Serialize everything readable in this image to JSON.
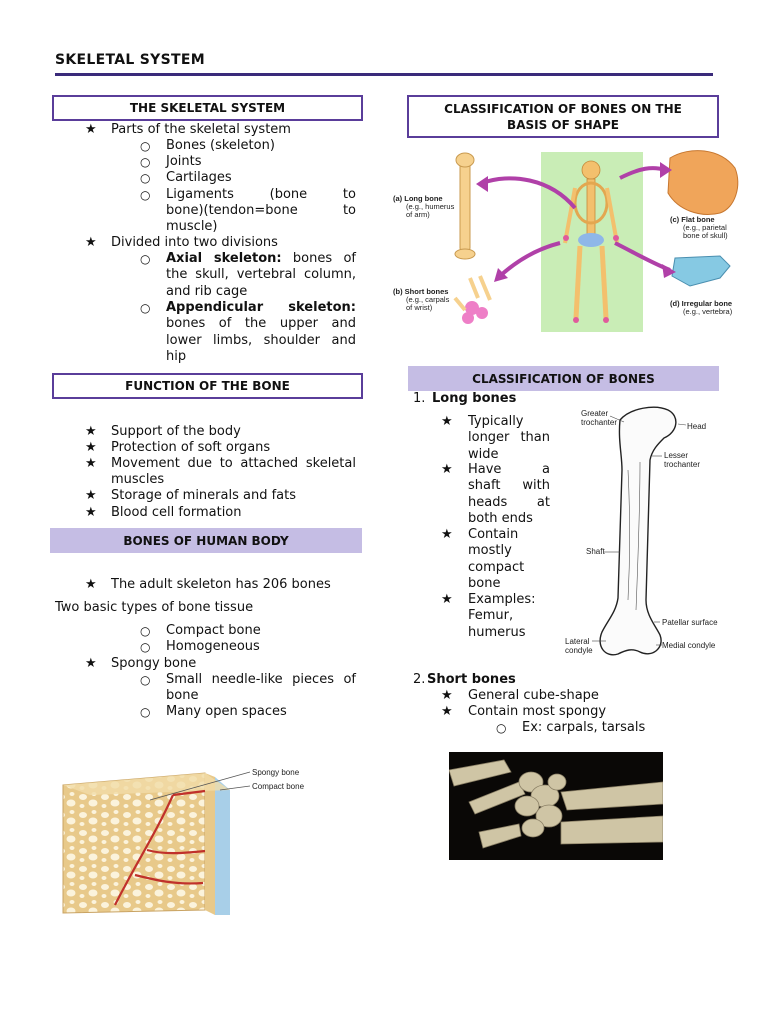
{
  "page_title": "SKELETAL SYSTEM",
  "left": {
    "skeletal_header": "THE SKELETAL SYSTEM",
    "parts_title": "Parts of the skeletal system",
    "parts": [
      "Bones (skeleton)",
      "Joints",
      "Cartilages"
    ],
    "ligaments_line1": "Ligaments (bone to",
    "ligaments_line2": "bone)(tendon=bone to",
    "ligaments_line3": "muscle)",
    "divided": "Divided into two divisions",
    "axial_bold": "Axial skeleton:",
    "axial_rest": " bones of the skull, vertebral column, and rib cage",
    "appendicular_bold": "Appendicular skeleton:",
    "appendicular_rest": " bones of the upper and lower limbs, shoulder and hip",
    "function_header": "FUNCTION OF THE BONE",
    "functions": [
      "Support of the body",
      "Protection of soft organs",
      "Movement due to attached skeletal",
      "muscles",
      "Storage of minerals and fats",
      "Blood cell formation"
    ],
    "bones_header": "BONES OF HUMAN BODY",
    "adult_206": "The adult skeleton has 206 bones",
    "two_types": "Two basic types of bone tissue",
    "compact": "Compact bone",
    "homogeneous": "Homogeneous",
    "spongy": "Spongy bone",
    "spongy_desc1": "Small needle-like pieces of",
    "spongy_desc2": "bone",
    "open_spaces": "Many open spaces",
    "fig_spongy": "Spongy bone",
    "fig_compact": "Compact bone"
  },
  "right": {
    "class_shape_header_1": "CLASSIFICATION OF BONES ON THE",
    "class_shape_header_2": "BASIS OF SHAPE",
    "fig_long_a": "(a) Long bone",
    "fig_long_b": "(e.g., humerus",
    "fig_long_c": "of arm)",
    "fig_short_a": "(b) Short bones",
    "fig_short_b": "(e.g., carpals",
    "fig_short_c": "of wrist)",
    "fig_flat_a": "(c) Flat bone",
    "fig_flat_b": "(e.g., parietal",
    "fig_flat_c": "bone of skull)",
    "fig_irr_a": "(d) Irregular bone",
    "fig_irr_b": "(e.g., vertebra)",
    "class_header": "CLASSIFICATION OF BONES",
    "long_num": "1.",
    "long_title": "Long bones",
    "long_points": [
      "Typically longer than wide",
      "Have a shaft with heads at both ends",
      "Contain mostly compact bone",
      "Examples: Femur, humerus"
    ],
    "femur_labels": {
      "greater": "Greater",
      "trochanter": "trochanter",
      "head": "Head",
      "lesser": "Lesser",
      "lesser_tro": "trochanter",
      "shaft": "Shaft",
      "patellar": "Patellar surface",
      "lateral": "Lateral",
      "condyle": "condyle",
      "medial": "Medial condyle"
    },
    "short_num": "2.",
    "short_title": "Short bones",
    "short_points": [
      "General cube-shape",
      "Contain most spongy"
    ],
    "short_ex": "Ex: carpals, tarsals"
  },
  "colors": {
    "accent": "#5a3d9a",
    "header_fill": "#c5bde4",
    "rule": "#3a2a7a",
    "bone": "#f0b866",
    "arrow": "#b040a8"
  }
}
